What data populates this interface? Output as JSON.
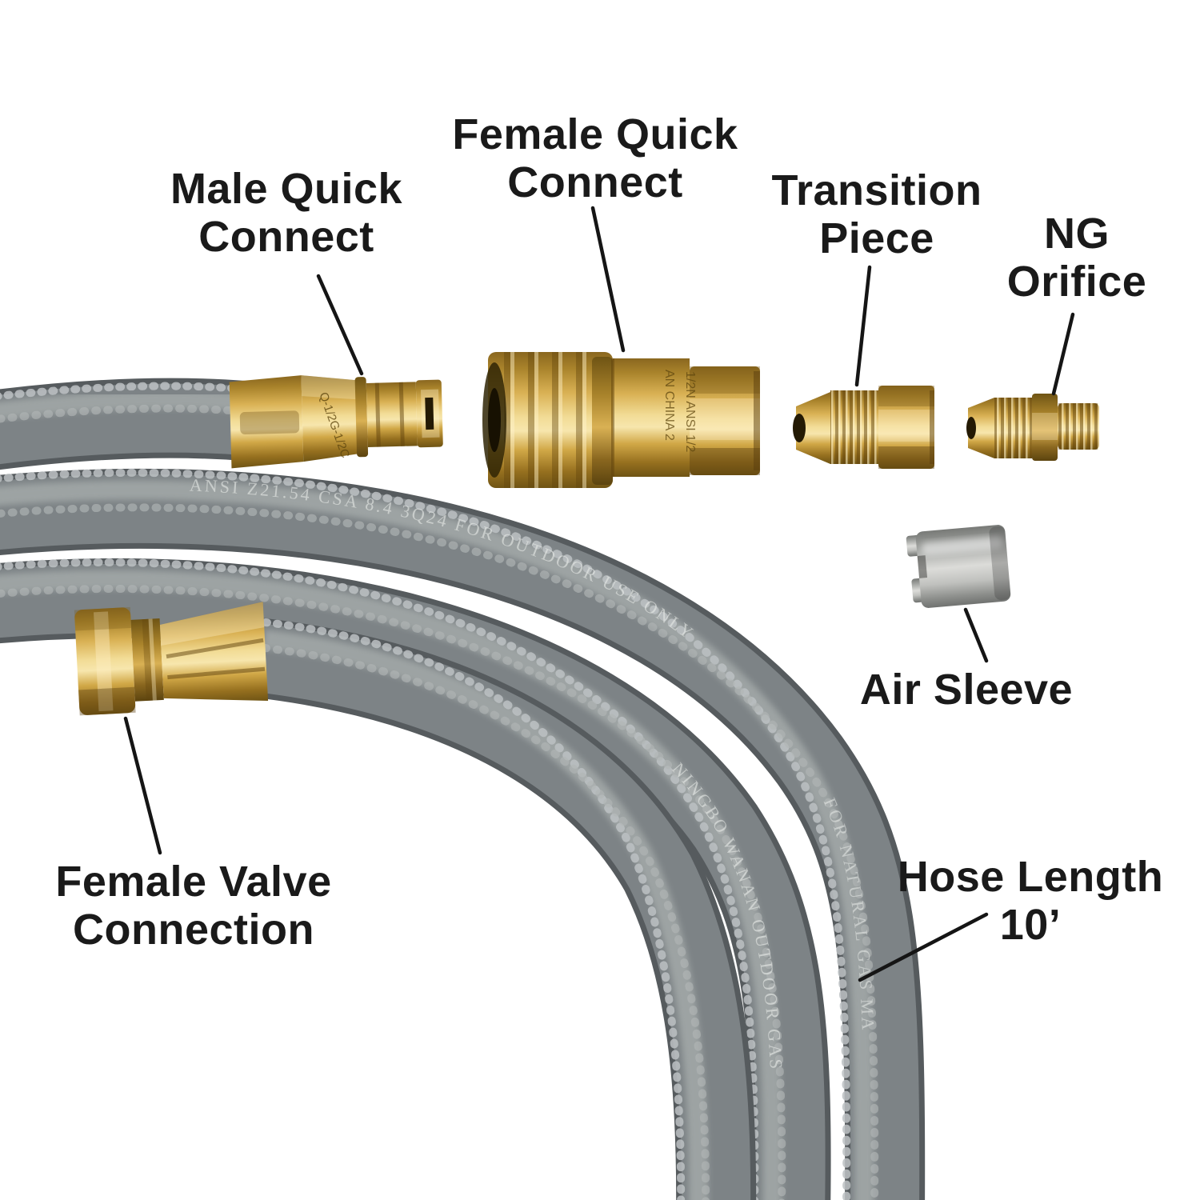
{
  "diagram": {
    "background": "#ffffff",
    "label_color": "#1a1a1a",
    "leader_color": "#151515",
    "callouts": {
      "male_quick_connect": {
        "line1": "Male Quick",
        "line2": "Connect"
      },
      "female_quick_connect": {
        "line1": "Female Quick",
        "line2": "Connect"
      },
      "transition_piece": {
        "line1": "Transition",
        "line2": "Piece"
      },
      "ng_orifice": {
        "line1": "NG",
        "line2": "Orifice"
      },
      "air_sleeve": {
        "line1": "Air Sleeve"
      },
      "female_valve_connection": {
        "line1": "Female Valve",
        "line2": "Connection"
      },
      "hose_length": {
        "line1": "Hose Length",
        "line2": "10’"
      }
    },
    "hose": {
      "color": "#7d8386",
      "highlight_color": "#a6acab",
      "braid_color": "#bcc1c3",
      "print_certification": "ANSI Z21.54 CSA 8.4 3Q24 FOR OUTDOOR USE ONLY",
      "print_gas_type": "FOR NATURAL GAS MA",
      "print_brand": "NINGBO WANAN OUTDOOR GAS"
    },
    "fittings": {
      "brass_color": "#d9b154",
      "steel_color": "#c0c1be",
      "male_qc_stamp": "Q-1/2G-1/2C",
      "female_qc_stamp_line1": "AN CHINA 2",
      "female_qc_stamp_line2": "1/2N ANSI 1/2"
    }
  }
}
